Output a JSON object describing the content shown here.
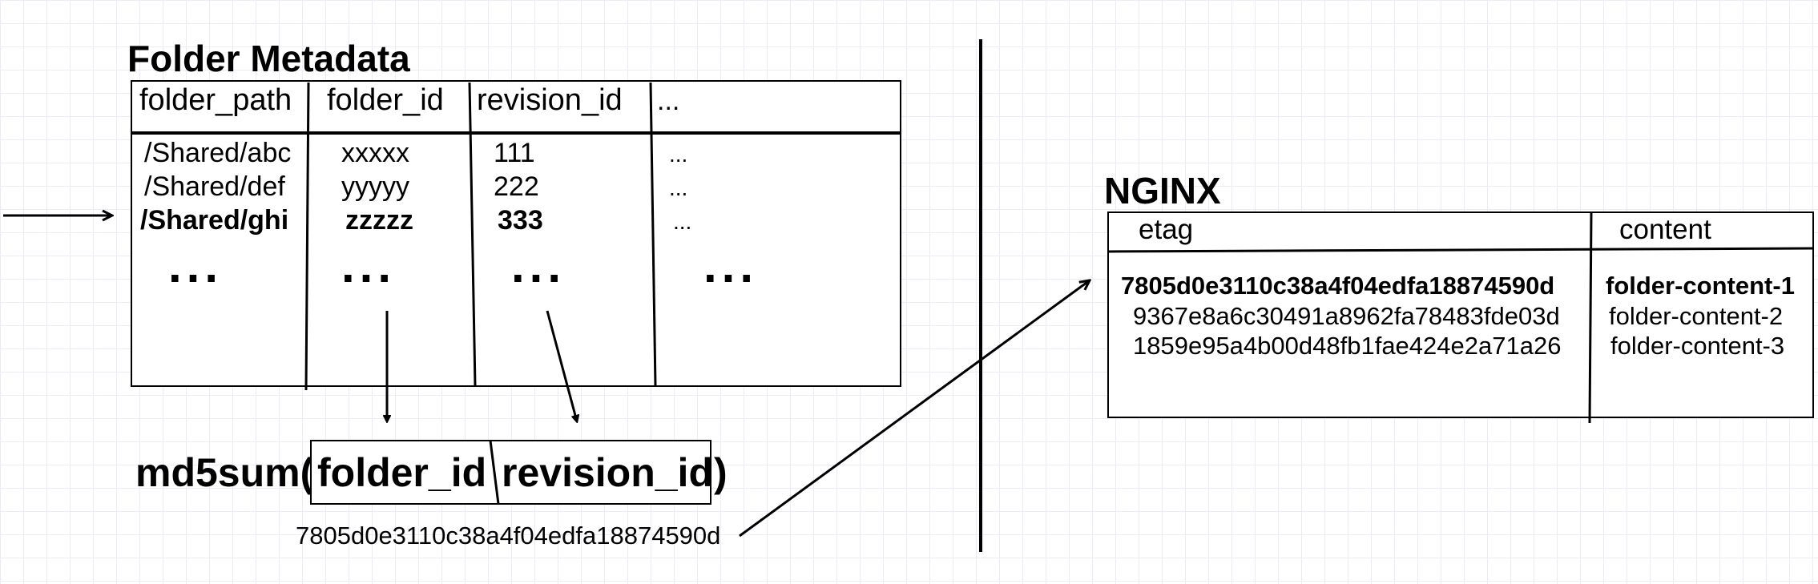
{
  "folder_metadata": {
    "title": "Folder Metadata",
    "columns": [
      "folder_path",
      "folder_id",
      "revision_id",
      "..."
    ],
    "rows": [
      [
        "/Shared/abc",
        "xxxxx",
        "111",
        "..."
      ],
      [
        "/Shared/def",
        "yyyyy",
        "222",
        "..."
      ],
      [
        "/Shared/ghi",
        "zzzzz",
        "333",
        "..."
      ]
    ],
    "ellipsis": [
      "...",
      "...",
      "...",
      "..."
    ]
  },
  "md5": {
    "prefix": "md5sum(",
    "arg1": "folder_id",
    "arg2": "revision_id",
    "suffix": ")",
    "result": "7805d0e3110c38a4f04edfa18874590d"
  },
  "nginx": {
    "title": "NGINX",
    "columns": [
      "etag",
      "content"
    ],
    "rows": [
      [
        "7805d0e3110c38a4f04edfa18874590d",
        "folder-content-1"
      ],
      [
        "9367e8a6c30491a8962fa78483fde03d",
        "folder-content-2"
      ],
      [
        "1859e95a4b00d48fb1fae424e2a71a26",
        "folder-content-3"
      ]
    ]
  }
}
